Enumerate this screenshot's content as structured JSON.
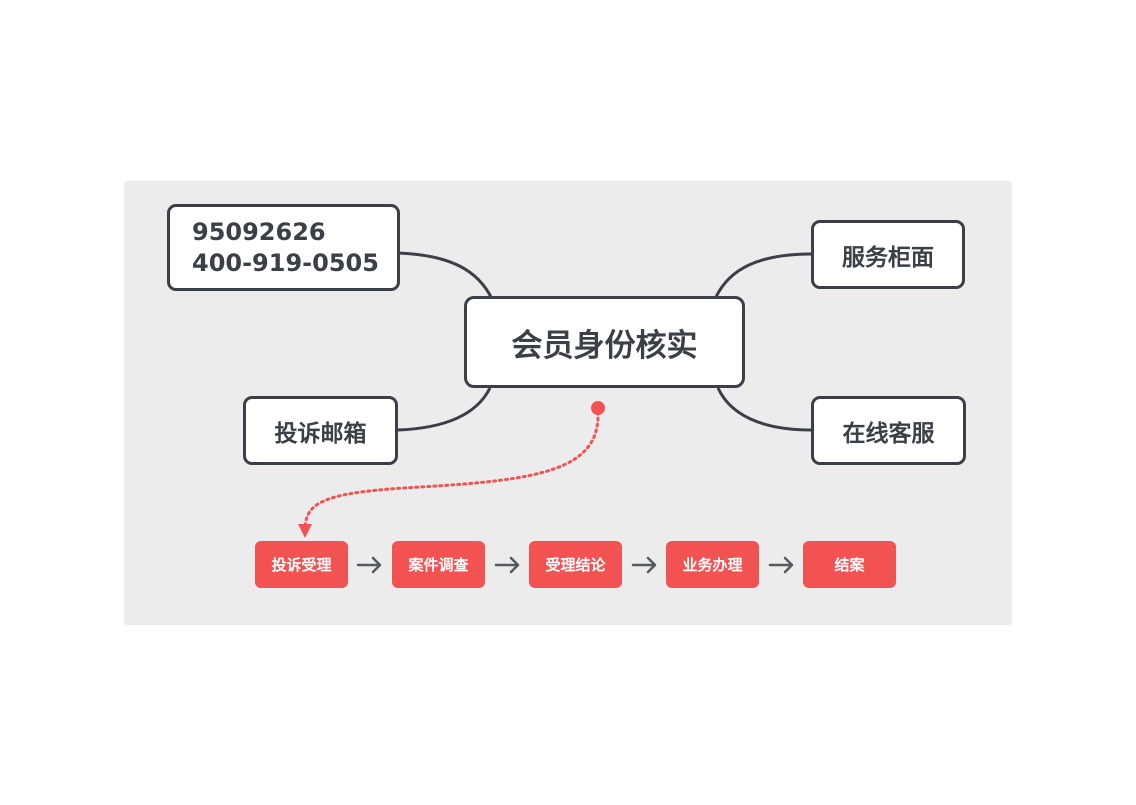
{
  "diagram": {
    "center": "会员身份核实",
    "phone": [
      "95092626",
      "400-919-0505"
    ],
    "mail": "投诉邮箱",
    "counter": "服务柜面",
    "online": "在线客服",
    "steps": [
      "投诉受理",
      "案件调查",
      "受理结论",
      "业务办理",
      "结案"
    ]
  },
  "colors": {
    "panel": "#ececec",
    "node_border": "#3b4048",
    "accent": "#f35253"
  }
}
